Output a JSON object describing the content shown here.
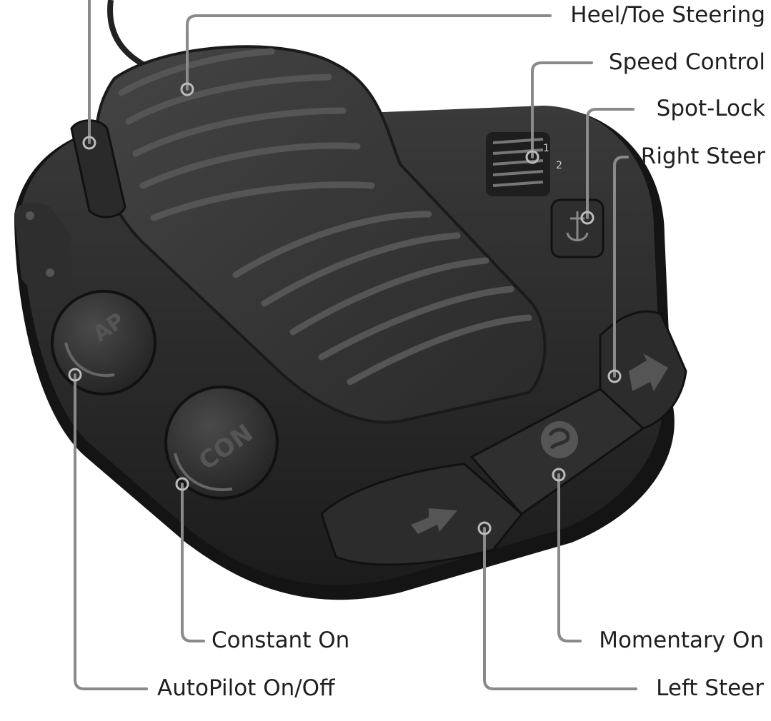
{
  "diagram": {
    "colors": {
      "background": "#ffffff",
      "leader_line": "#8a8a8a",
      "label_text": "#1f1f1f",
      "pedal_body": "#2b2b2b"
    },
    "callouts": [
      {
        "id": "heel-toe-steering",
        "label": "Heel/Toe Steering"
      },
      {
        "id": "speed-control",
        "label": "Speed Control"
      },
      {
        "id": "spot-lock",
        "label": "Spot-Lock"
      },
      {
        "id": "right-steer",
        "label": "Right Steer"
      },
      {
        "id": "constant-on",
        "label": "Constant On"
      },
      {
        "id": "momentary-on",
        "label": "Momentary On"
      },
      {
        "id": "autopilot-on-off",
        "label": "AutoPilot On/Off"
      },
      {
        "id": "left-steer",
        "label": "Left Steer"
      }
    ],
    "pedal": {
      "ap_button_text": "AP",
      "con_button_text": "CON",
      "speed_wheel_marks": [
        "1",
        "2"
      ],
      "button_icons": [
        "anchor-icon",
        "arrow-right-icon",
        "arrow-left-icon",
        "spiral-logo-icon"
      ]
    }
  }
}
